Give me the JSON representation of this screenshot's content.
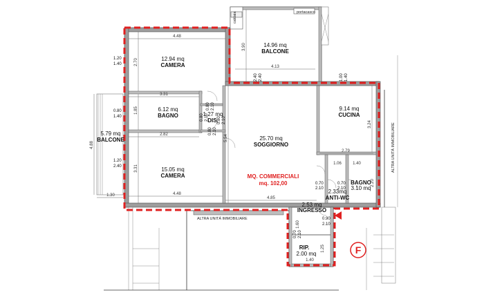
{
  "rooms": {
    "camera_top": {
      "area": "12.94 mq",
      "name": "CAMERA"
    },
    "bagno": {
      "area": "6.12 mq",
      "name": "BAGNO"
    },
    "dis": {
      "area": "1.27 mq",
      "name": "DIS."
    },
    "camera_bottom": {
      "area": "15.05 mq",
      "name": "CAMERA"
    },
    "balcone_left": {
      "area": "5.79 mq",
      "name": "BALCONE"
    },
    "balcone_top": {
      "area": "14.96 mq",
      "name": "BALCONE"
    },
    "soggiorno": {
      "area": "25.70 mq",
      "name": "SOGGIORNO"
    },
    "cucina": {
      "area": "9.14 mq",
      "name": "CUCINA"
    },
    "antiwc": {
      "area": "2.33mq",
      "name": "ANTI-WC"
    },
    "bagno2": {
      "area": "BAGNO",
      "name": "3.10 mq"
    },
    "ingresso": {
      "area": "2.53 mq",
      "name": "INGRESSO"
    },
    "rip": {
      "area": "RIP.",
      "name": "2.00 mq"
    }
  },
  "commercial": {
    "line1": "MQ. COMMERCIALI",
    "line2": "mq. 102,00"
  },
  "labels": {
    "altra_unita_right": "ALTRA UNITÁ IMMOBILIARE",
    "altra_unita_bottom": "ALTRA UNITÁ IMMOBILIARE",
    "fire_symbol": "F",
    "appliance": "portacasco",
    "appliance2": "caldaia"
  },
  "dimensions": {
    "top_camera_width": "4.48",
    "bagno_width": "3.31",
    "bedroom2_width": "2.82",
    "bottom_width": "4.48",
    "soggiorno_bottom": "4.85",
    "balcone_width": "4.13",
    "balcone_height": "3.90",
    "left_height": "4.88",
    "left_bottom": "1.30",
    "cucina_width": "2.79",
    "cucina_height": "3.24",
    "soggiorno_height": "5.54",
    "camera_height": "2.70",
    "camera2_height": "3.31",
    "bagno_height": "1.85",
    "antiwc_width": "1.06",
    "bagno2_width": "1.40",
    "bagno2_height": "2.20",
    "rip_width": "1.40",
    "rip_height": "1.25",
    "ing_height": "1.60"
  },
  "openings": {
    "w1_a": "1.20",
    "w1_b": "1.40",
    "w2_a": "0.80",
    "w2_b": "1.40",
    "w3_a": "1.20",
    "w3_b": "2.40",
    "w4_a": "2.40",
    "w4_b": "2.40",
    "w5_a": "1.00",
    "w5_b": "1.40",
    "d1_a": "0.80",
    "d1_b": "2.10",
    "d2_a": "0.80",
    "d2_b": "2.10",
    "d3_a": "0.80",
    "d3_b": "2.10",
    "d4_a": "0.80",
    "d4_b": "2.10",
    "d5_a": "0.70",
    "d5_b": "2.10",
    "d6_a": "0.70",
    "d6_b": "2.10",
    "d7_a": "0.70",
    "d7_b": "2.10",
    "d8_a": "0.90",
    "d8_b": "2.10"
  },
  "colors": {
    "wall": "#9e9e9e",
    "perimeter": "#e02020",
    "text": "#111111"
  }
}
